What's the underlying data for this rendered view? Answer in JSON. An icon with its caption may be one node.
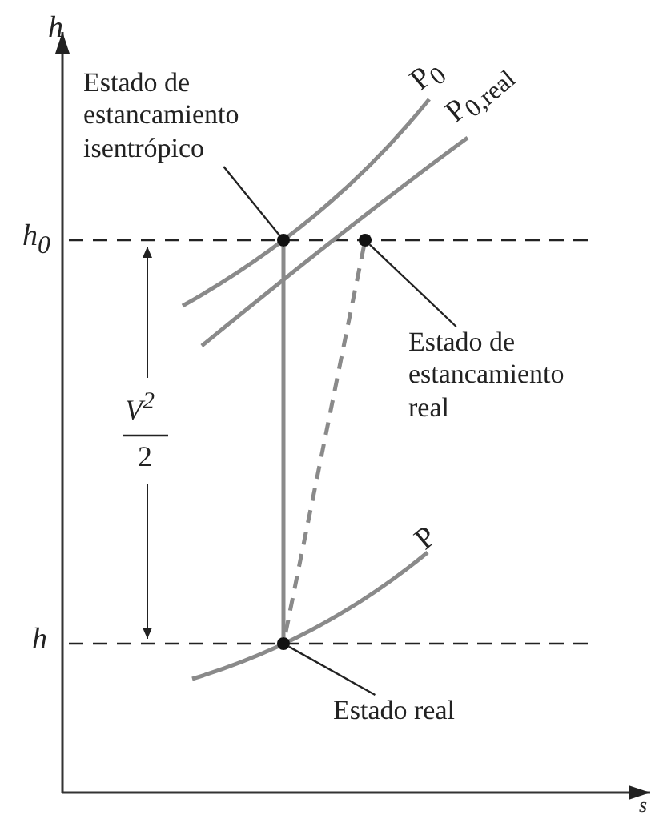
{
  "diagram": {
    "nodes": [
      {
        "text": [
          "Estado de estancamiento isentrópico"
        ]
      },
      {
        "text": [],
        "shape": "circle"
      },
      {
        "text": [
          "Estado de estancamiento real"
        ]
      },
      {
        "text": [],
        "shape": "circle"
      },
      {
        "text": [
          "Estado real"
        ]
      },
      {
        "text": [],
        "shape": "circle"
      }
    ],
    "edges": [
      {
        "from": 0,
        "to": 1,
        "arrow": "none"
      },
      {
        "from": 2,
        "to": 3,
        "arrow": "none"
      },
      {
        "from": 4,
        "to": 5,
        "arrow": "none"
      },
      {
        "from": 1,
        "to": 5,
        "arrow": "none",
        "color": "#8a8a8a"
      },
      {
        "from": 3,
        "to": 5,
        "arrow": "none",
        "style": "dashed",
        "color": "#8a8a8a"
      }
    ],
    "labels": [
      "h",
      "P$_{0}$",
      "P$_{0,real}$",
      "h$_{0}$",
      "V$^{2}$",
      "2",
      "P",
      "h",
      "s"
    ]
  }
}
